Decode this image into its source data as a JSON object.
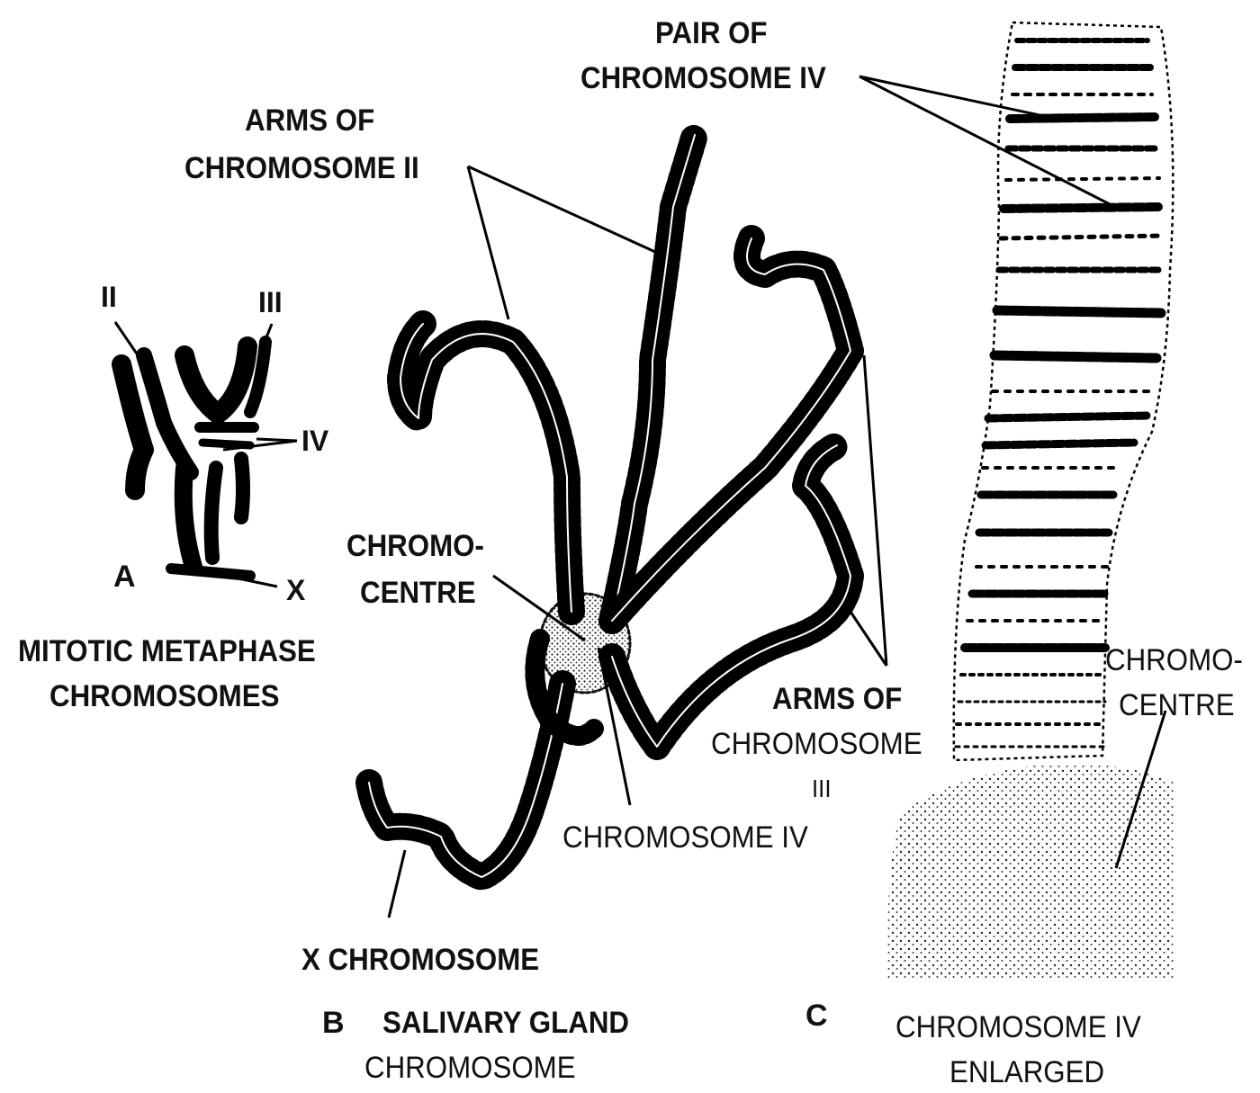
{
  "panel_a": {
    "letter": "A",
    "roman_ii": "II",
    "roman_iii": "III",
    "roman_iv": "IV",
    "x": "X",
    "caption_line1": "MITOTIC METAPHASE",
    "caption_line2": "CHROMOSOMES"
  },
  "panel_b": {
    "letter": "B",
    "arms_ii_line1": "ARMS OF",
    "arms_ii_line2": "CHROMOSOME II",
    "chromocentre_line1": "CHROMO-",
    "chromocentre_line2": "CENTRE",
    "arms_iii_line1": "ARMS OF",
    "arms_iii_line2": "CHROMOSOME",
    "arms_iii_line3": "III",
    "chromosome_iv": "CHROMOSOME IV",
    "x_chromosome": "X CHROMOSOME",
    "caption_line1": "SALIVARY GLAND",
    "caption_line2": "CHROMOSOME"
  },
  "panel_c": {
    "letter": "C",
    "pair_line1": "PAIR OF",
    "pair_line2": "CHROMOSOME IV",
    "chromocentre_line1": "CHROMO-",
    "chromocentre_line2": "CENTRE",
    "caption_line1": "CHROMOSOME IV",
    "caption_line2": "ENLARGED"
  }
}
